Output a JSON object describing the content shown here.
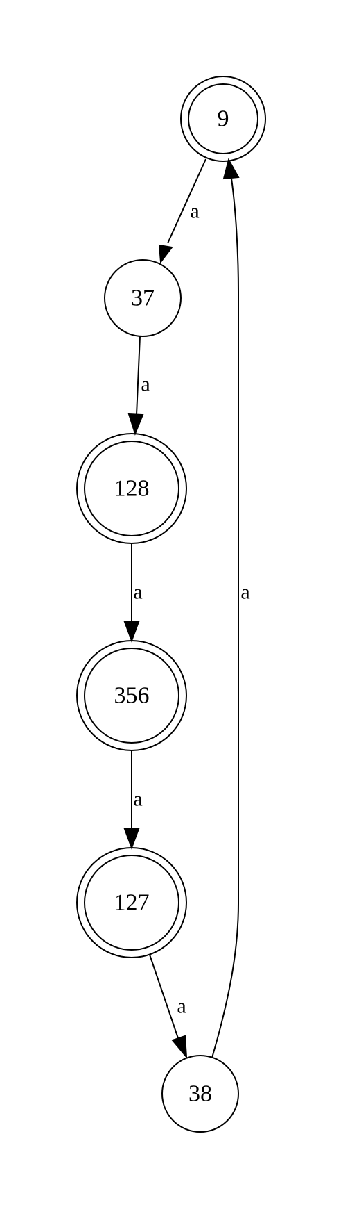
{
  "diagram": {
    "type": "state-machine",
    "nodes": [
      {
        "id": "9",
        "label": "9",
        "accepting": true
      },
      {
        "id": "37",
        "label": "37",
        "accepting": false
      },
      {
        "id": "128",
        "label": "128",
        "accepting": true
      },
      {
        "id": "356",
        "label": "356",
        "accepting": true
      },
      {
        "id": "127",
        "label": "127",
        "accepting": true
      },
      {
        "id": "38",
        "label": "38",
        "accepting": false
      }
    ],
    "edges": [
      {
        "from": "9",
        "to": "37",
        "label": "a"
      },
      {
        "from": "37",
        "to": "128",
        "label": "a"
      },
      {
        "from": "128",
        "to": "356",
        "label": "a"
      },
      {
        "from": "356",
        "to": "127",
        "label": "a"
      },
      {
        "from": "127",
        "to": "38",
        "label": "a"
      },
      {
        "from": "38",
        "to": "9",
        "label": "a"
      }
    ]
  }
}
